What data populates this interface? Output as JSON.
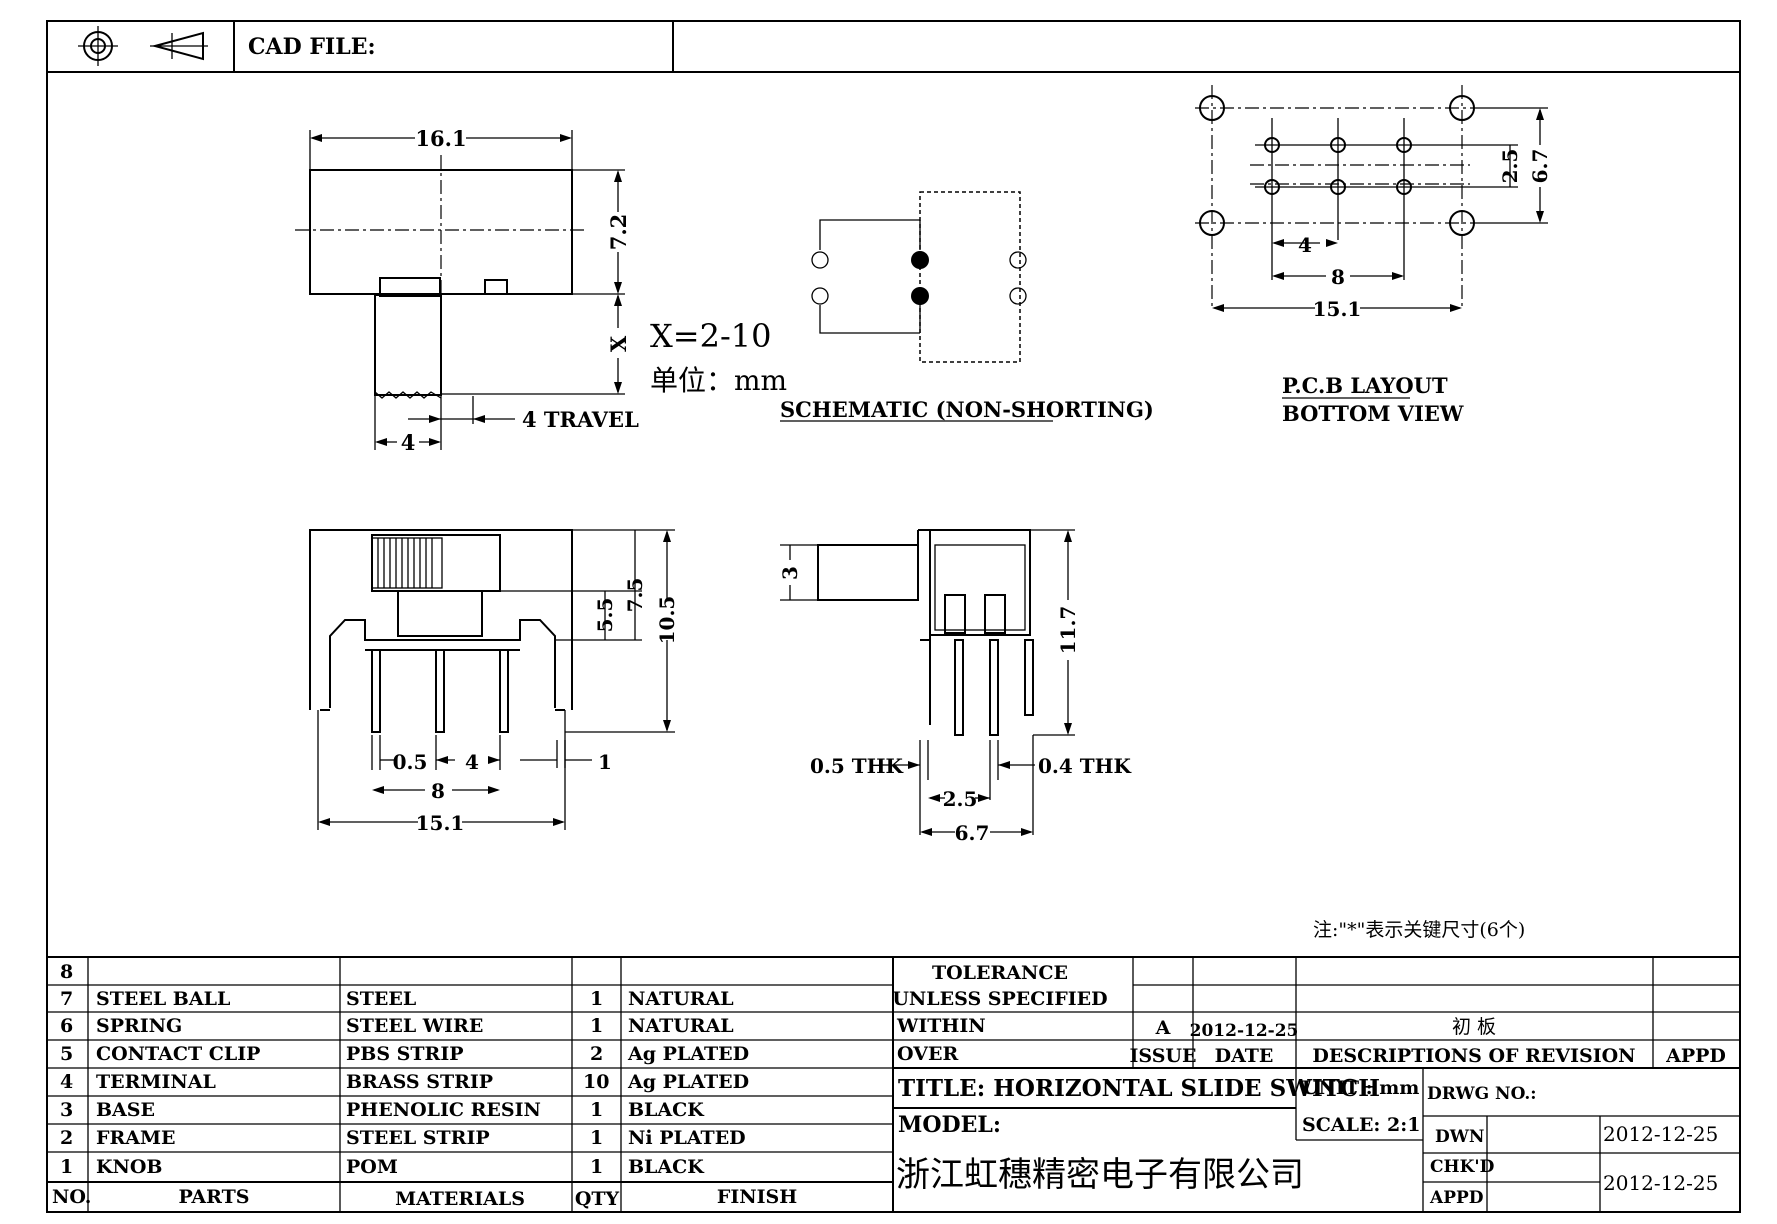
{
  "header": {
    "cad_file_label": "CAD FILE:",
    "projection_icon": "third-angle-projection-icon"
  },
  "top_view": {
    "width": "16.1",
    "height": "7.2",
    "x_dim": "X",
    "knob": "4",
    "travel": "4 TRAVEL"
  },
  "range_note": {
    "x_range": "X=2-10",
    "unit": "单位：mm"
  },
  "schematic": {
    "label": "SCHEMATIC (NON-SHORTING)"
  },
  "pcb": {
    "title": "P.C.B LAYOUT",
    "subtitle": "BOTTOM VIEW",
    "dims": {
      "pitch": "4",
      "inner": "8",
      "outer": "15.1",
      "row": "2.5",
      "height": "6.7"
    }
  },
  "front_view": {
    "d1": "0.5",
    "d2": "4",
    "d3": "8",
    "d4": "15.1",
    "d5": "1",
    "h1": "5.5",
    "h2": "7.5",
    "h3": "10.5"
  },
  "side_view": {
    "knob_h": "3",
    "height": "11.7",
    "thk1": "0.5 THK",
    "thk2": "0.4 THK",
    "row": "2.5",
    "width": "6.7"
  },
  "note": "注:\"*\"表示关键尺寸(6个)",
  "bom": {
    "header": {
      "no": "NO.",
      "parts": "PARTS",
      "materials": "MATERIALS",
      "qty": "QTY",
      "finish": "FINISH"
    },
    "rows": [
      {
        "no": "8",
        "part": "",
        "material": "",
        "qty": "",
        "finish": ""
      },
      {
        "no": "7",
        "part": "STEEL BALL",
        "material": "STEEL",
        "qty": "1",
        "finish": "NATURAL"
      },
      {
        "no": "6",
        "part": "SPRING",
        "material": "STEEL WIRE",
        "qty": "1",
        "finish": "NATURAL"
      },
      {
        "no": "5",
        "part": "CONTACT CLIP",
        "material": "PBS STRIP",
        "qty": "2",
        "finish": "Ag PLATED"
      },
      {
        "no": "4",
        "part": "TERMINAL",
        "material": "BRASS STRIP",
        "qty": "10",
        "finish": "Ag PLATED"
      },
      {
        "no": "3",
        "part": "BASE",
        "material": "PHENOLIC RESIN",
        "qty": "1",
        "finish": "BLACK"
      },
      {
        "no": "2",
        "part": "FRAME",
        "material": "STEEL STRIP",
        "qty": "1",
        "finish": "Ni PLATED"
      },
      {
        "no": "1",
        "part": "KNOB",
        "material": "POM",
        "qty": "1",
        "finish": "BLACK"
      }
    ]
  },
  "title_block": {
    "tolerance": "TOLERANCE",
    "unless": "UNLESS  SPECIFIED",
    "within": "WITHIN",
    "over": "OVER",
    "rev": "A",
    "rev_date": "2012-12-25",
    "rev_desc": "初 板",
    "issue": "ISSUE",
    "date": "DATE",
    "desc": "DESCRIPTIONS OF REVISION",
    "appd": "APPD",
    "title": "TITLE: HORIZONTAL SLIDE SWITCH",
    "unit": "UNIT : mm",
    "drwg": "DRWG NO.:",
    "model": "MODEL:",
    "scale": "SCALE: 2:1",
    "dwn": "DWN",
    "dwn_date": "2012-12-25",
    "chkd": "CHK'D",
    "chkd_date": "2012-12-25",
    "appd2": "APPD",
    "company": "浙江虹穗精密电子有限公司"
  }
}
